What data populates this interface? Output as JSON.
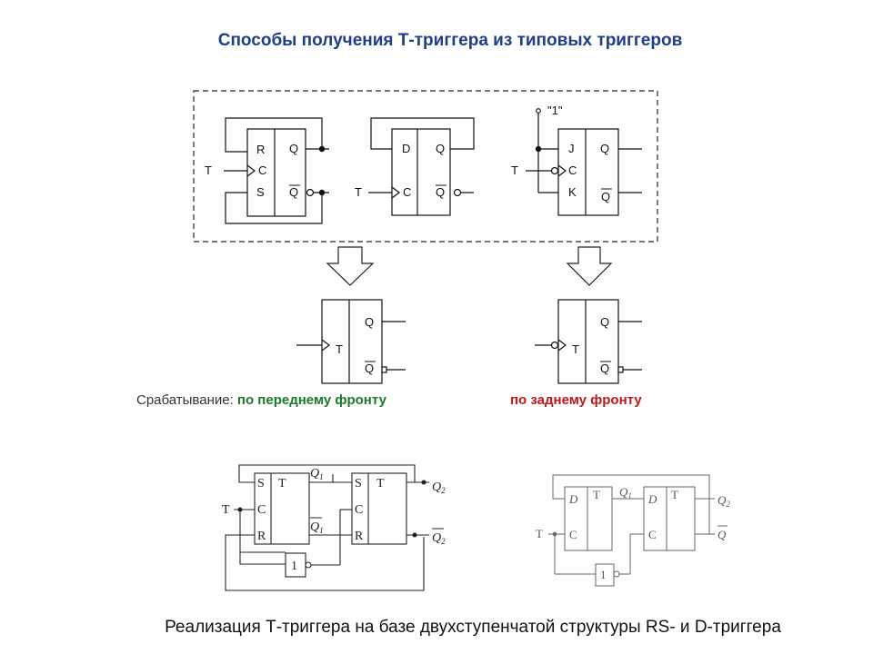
{
  "title": "Способы получения Т-триггера из типовых триггеров",
  "top_frame": {
    "rs_trigger": {
      "input": "T",
      "pins_left": [
        "R",
        "C",
        "S"
      ],
      "pins_right": [
        "Q",
        "Q"
      ]
    },
    "d_trigger": {
      "input": "T",
      "pins_left": [
        "D",
        "C"
      ],
      "pins_right": [
        "Q",
        "Q"
      ]
    },
    "jk_trigger": {
      "const_label": "\"1\"",
      "input": "T",
      "pins_left": [
        "J",
        "C",
        "K"
      ],
      "pins_right": [
        "Q",
        "Q"
      ]
    }
  },
  "t_front": {
    "input_label": "T",
    "outputs": [
      "Q",
      "Q"
    ]
  },
  "t_back": {
    "input_label": "T",
    "outputs": [
      "Q",
      "Q"
    ]
  },
  "caption": {
    "prefix": "Срабатывание: ",
    "front": "по переднему фронту",
    "back": "по заднему фронту"
  },
  "two_stage_rs": {
    "input": "T",
    "stage1": {
      "left": [
        "S",
        "C",
        "R"
      ],
      "t": "T",
      "q_main": "Q",
      "q_sub": "1",
      "q_inv": "Q",
      "q_inv_sub": "1"
    },
    "stage2": {
      "left": [
        "S",
        "C",
        "R"
      ],
      "t": "T",
      "q_main": "Q",
      "q_sub": "2",
      "q_inv": "Q",
      "q_inv_sub": "2"
    },
    "inverter": "1"
  },
  "two_stage_d": {
    "input": "T",
    "stage1": {
      "left": [
        "D",
        "C"
      ],
      "t": "T",
      "q_main": "Q",
      "q_sub": "1"
    },
    "stage2": {
      "left": [
        "D",
        "C"
      ],
      "t": "T",
      "q_main": "Q",
      "q_sub": "2",
      "q_inv": "Q"
    },
    "inverter": "1"
  },
  "bottom_caption": "Реализация Т-триггера на базе двухступенчатой структуры RS- и D-триггера"
}
